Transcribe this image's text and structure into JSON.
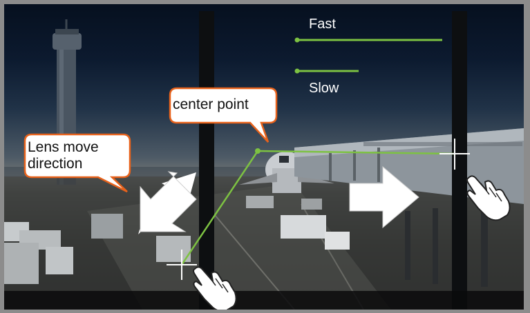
{
  "speed_legend": {
    "fast_label": "Fast",
    "slow_label": "Slow",
    "line_color": "#7dc242"
  },
  "callouts": {
    "center_point": "center point",
    "lens_move_line1": "Lens move",
    "lens_move_line2": "direction"
  },
  "icons": [
    "hand-pointer-icon",
    "crosshair-icon",
    "arrow-icon"
  ],
  "colors": {
    "callout_border": "#e8621b",
    "callout_fill": "#ffffff",
    "guide_line": "#7dc242",
    "frame": "#8c8c8c"
  }
}
